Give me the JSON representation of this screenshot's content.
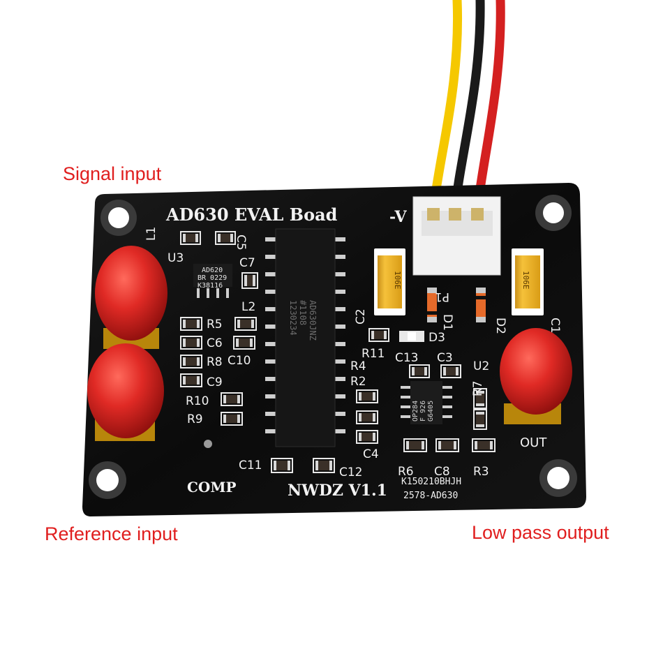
{
  "annotations": {
    "signal_input": "Signal input",
    "reference_input": "Reference input",
    "low_pass_output": "Low pass output"
  },
  "board": {
    "title": "AD630 EVAL Boad",
    "voltage_label": "-V",
    "revision": "NWDZ V1.1",
    "comp_label": "COMP",
    "out_label": "OUT",
    "batch_line1": "K150210BHJH",
    "batch_line2": "2578-AD630"
  },
  "silkscreen": {
    "L1": "L1",
    "C5": "C5",
    "U3": "U3",
    "C7": "C7",
    "L2": "L2",
    "R5": "R5",
    "C6": "C6",
    "R8": "R8",
    "C10": "C10",
    "C9": "C9",
    "R10": "R10",
    "R9": "R9",
    "C11": "C11",
    "C12": "C12",
    "C2": "C2",
    "R11": "R11",
    "D3": "D3",
    "D1": "D1",
    "D2": "D2",
    "C1": "C1",
    "P1": "P1",
    "C13": "C13",
    "C3": "C3",
    "U2": "U2",
    "R4": "R4",
    "R2": "R2",
    "R7": "R7",
    "C4": "C4",
    "R6": "R6",
    "C8": "C8",
    "R3": "R3"
  },
  "chips": {
    "ad820_line1": "AD620",
    "ad820_line2": "BR 0229",
    "ad820_line3": "K38116",
    "ad630_line1": "AD630JNZ",
    "ad630_line2": "#1108",
    "ad630_line3": "1230234",
    "op284_line1": "OP284",
    "op284_line2": "F 926",
    "op284_line3": "G6405",
    "cap_left_marking": "106E",
    "cap_right_marking": "106E"
  },
  "colors": {
    "board": "#0b0b0b",
    "silkscreen": "#f2f2f2",
    "annotation_text": "#e01e1e",
    "connector_red": "#e02a25",
    "tantalum_cap": "#f0b51c",
    "wire_yellow": "#f5c800",
    "wire_black": "#1a1a1a",
    "wire_red": "#d42020"
  }
}
